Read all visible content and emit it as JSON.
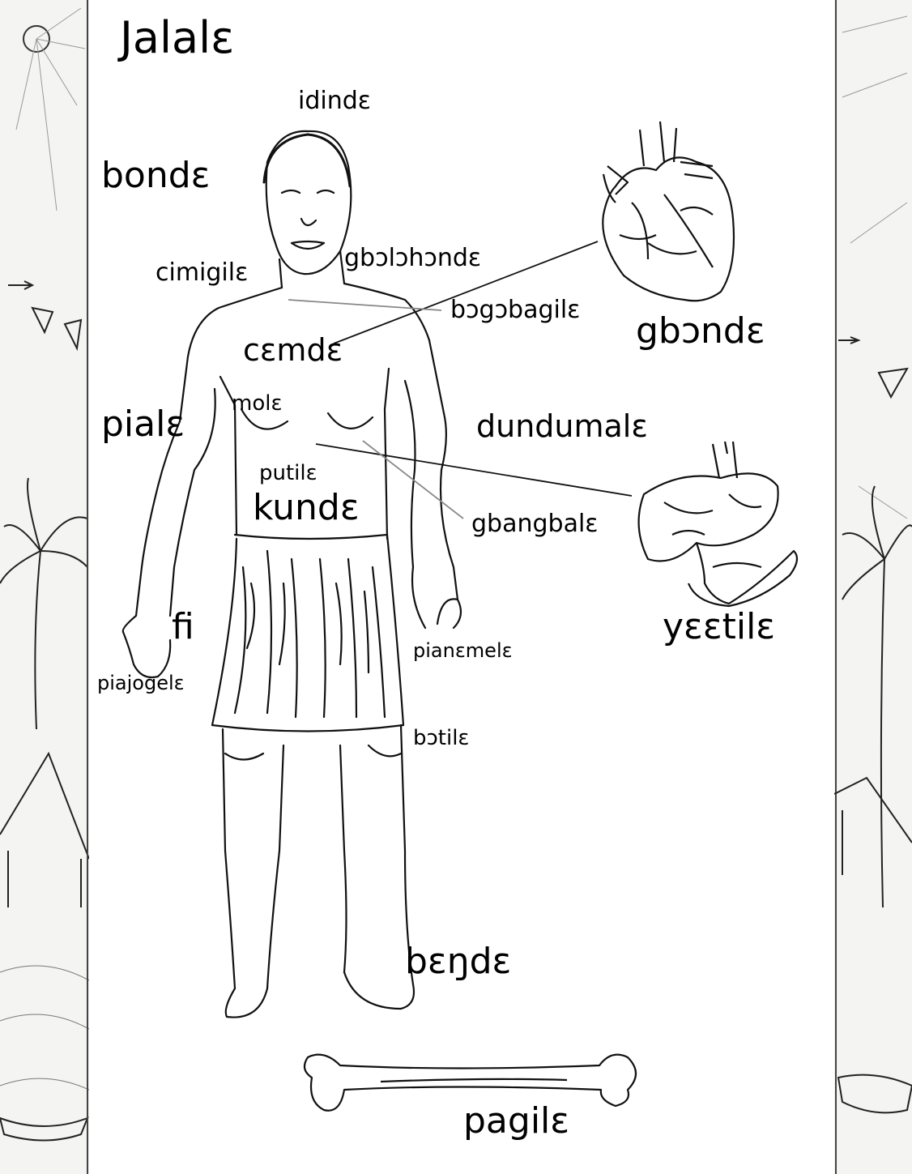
{
  "title": "Jalalɛ",
  "body_parts": {
    "idinde": "idindɛ",
    "bonde": "bondɛ",
    "gbolohonde": "gbɔlɔhɔndɛ",
    "cimigile": "cimigilɛ",
    "bogobagile": "bɔgɔbagilɛ",
    "cemde": "cɛmdɛ",
    "mole": "molɛ",
    "piale": "pialɛ",
    "dundumale": "dundumalɛ",
    "putile": "putilɛ",
    "kunde": "kundɛ",
    "gbangbale": "gbangbalɛ",
    "fi": "fi",
    "pianemele": "pianɛmelɛ",
    "piajogele": "piajogelɛ",
    "botile": "bɔtilɛ",
    "bende": "bɛŋdɛ"
  },
  "organs": {
    "heart": "gbɔndɛ",
    "liver": "yɛɛtilɛ",
    "bone": "pagilɛ"
  },
  "colors": {
    "ink": "#000000",
    "border_paper": "#f4f4f2",
    "pointer_gray": "#888888"
  }
}
